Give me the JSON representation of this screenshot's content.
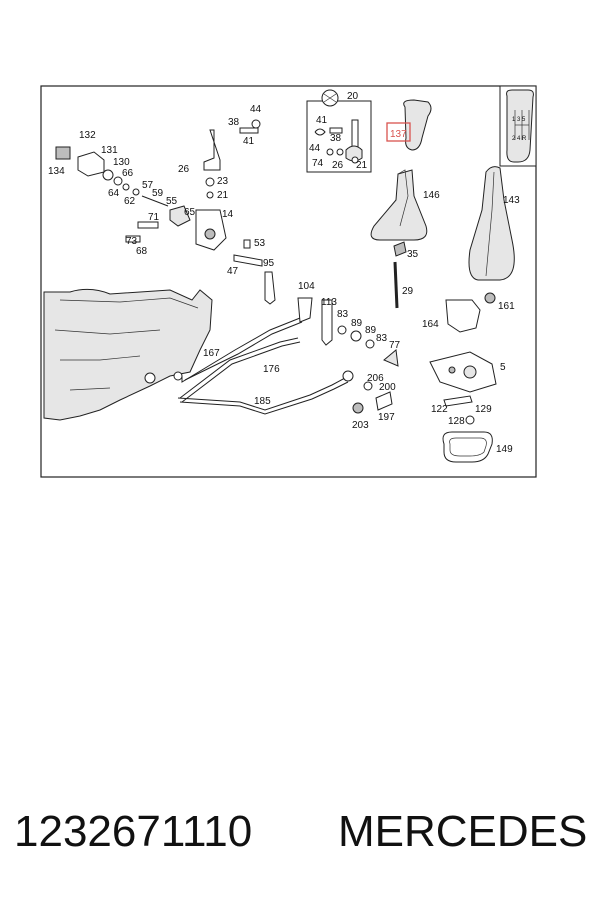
{
  "caption": {
    "part_number": "1232671110",
    "brand": "MERCEDES"
  },
  "highlight": {
    "label": "137",
    "color": "#d9534f"
  },
  "callouts": [
    "132",
    "131",
    "130",
    "66",
    "134",
    "64",
    "62",
    "57",
    "59",
    "55",
    "71",
    "65",
    "14",
    "73",
    "68",
    "44",
    "38",
    "41",
    "26",
    "23",
    "21",
    "20",
    "41",
    "38",
    "44",
    "74",
    "26",
    "21",
    "53",
    "47",
    "95",
    "104",
    "113",
    "83",
    "89",
    "89",
    "83",
    "77",
    "167",
    "176",
    "185",
    "206",
    "200",
    "197",
    "203",
    "146",
    "35",
    "29",
    "143",
    "161",
    "164",
    "5",
    "122",
    "129",
    "128",
    "149"
  ],
  "shift_pattern": {
    "top_row": "1 3 5",
    "bottom_row": "2 4 R"
  }
}
